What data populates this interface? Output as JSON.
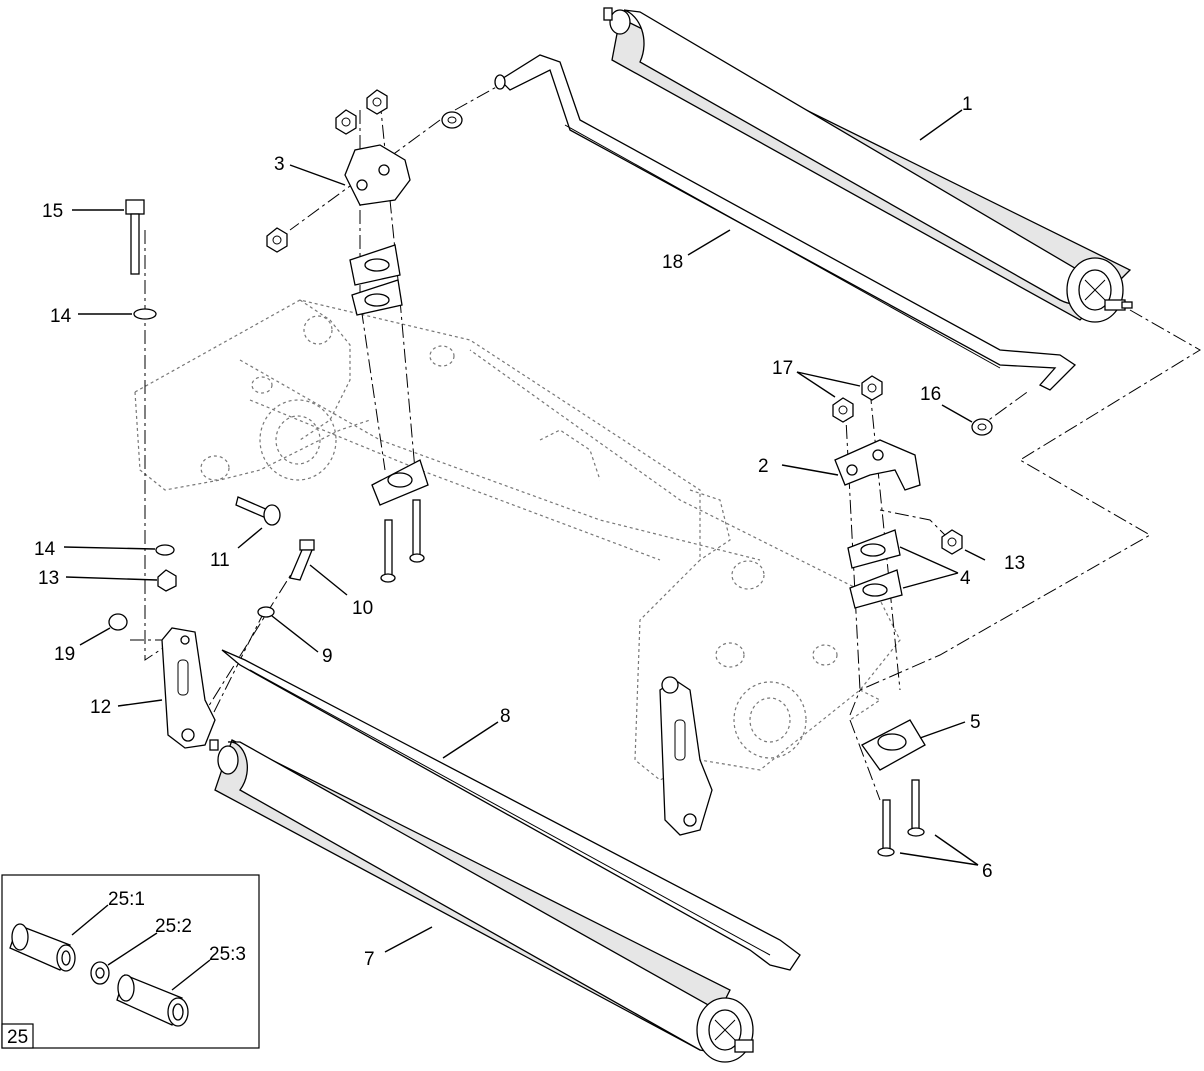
{
  "callouts": {
    "c1": "1",
    "c2": "2",
    "c3": "3",
    "c4": "4",
    "c5": "5",
    "c6": "6",
    "c7": "7",
    "c8": "8",
    "c9": "9",
    "c10": "10",
    "c11": "11",
    "c12": "12",
    "c13a": "13",
    "c13b": "13",
    "c14a": "14",
    "c14b": "14",
    "c15": "15",
    "c16": "16",
    "c17": "17",
    "c18": "18",
    "c19": "19"
  },
  "inset": {
    "label": "25",
    "callouts": {
      "k1": "25:1",
      "k2": "25:2",
      "k3": "25:3"
    }
  }
}
